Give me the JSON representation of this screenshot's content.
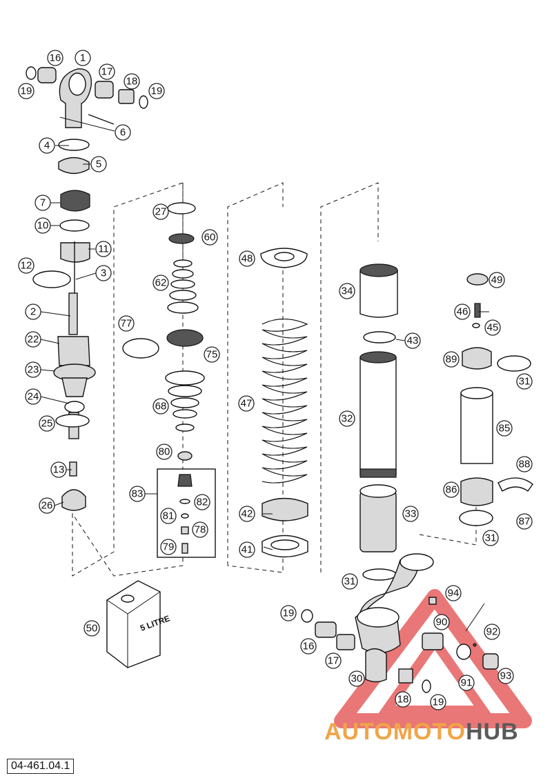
{
  "colors": {
    "ink": "#111111",
    "watermark_triangle": "#e24a4a",
    "watermark_auto": "#f0a548",
    "watermark_hub": "#5a5a5a"
  },
  "reference_code": "04-461.04.1",
  "can_label": "5 LITRE",
  "watermark": {
    "part1": "AUTOMOTO",
    "part2": "HUB"
  },
  "callouts": [
    "16",
    "1",
    "17",
    "18",
    "19",
    "19",
    "6",
    "4",
    "5",
    "7",
    "10",
    "11",
    "3",
    "12",
    "2",
    "22",
    "23",
    "24",
    "25",
    "13",
    "26",
    "27",
    "60",
    "62",
    "77",
    "75",
    "68",
    "80",
    "83",
    "82",
    "81",
    "78",
    "79",
    "48",
    "47",
    "42",
    "41",
    "34",
    "43",
    "32",
    "33",
    "31",
    "49",
    "46",
    "45",
    "89",
    "31",
    "85",
    "88",
    "86",
    "87",
    "31",
    "94",
    "90",
    "92",
    "19",
    "16",
    "17",
    "30",
    "18",
    "19",
    "91",
    "93",
    "50"
  ]
}
